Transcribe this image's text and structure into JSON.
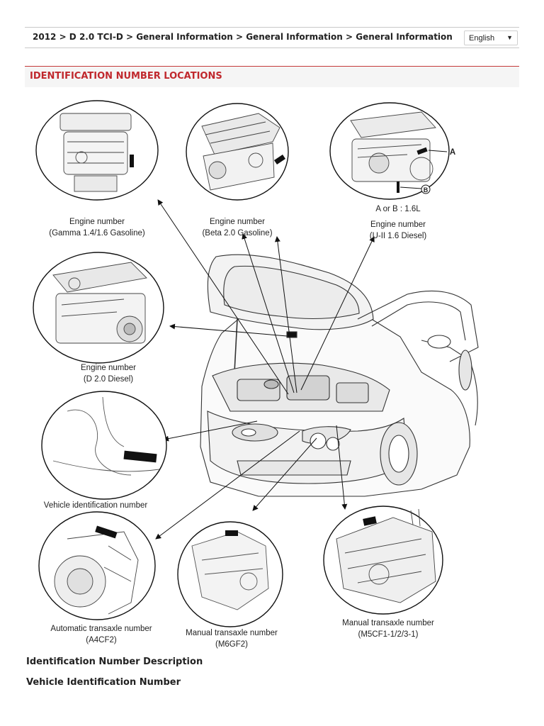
{
  "breadcrumb": "2012 > D 2.0 TCI-D > General Information > General Information > General Information",
  "language": {
    "selected": "English"
  },
  "section_title": "IDENTIFICATION NUMBER LOCATIONS",
  "figure": {
    "labels": {
      "gamma_1": "Engine number",
      "gamma_2": "(Gamma 1.4/1.6 Gasoline)",
      "beta_1": "Engine number",
      "beta_2": "(Beta 2.0 Gasoline)",
      "uii_note": "A or B : 1.6L",
      "uii_1": "Engine number",
      "uii_2": "(U-II 1.6 Diesel)",
      "d20_1": "Engine number",
      "d20_2": "(D 2.0 Diesel)",
      "vin": "Vehicle identification number",
      "a4cf2_1": "Automatic transaxle number",
      "a4cf2_2": "(A4CF2)",
      "m6gf2_1": "Manual transaxle number",
      "m6gf2_2": "(M6GF2)",
      "m5cf1_1": "Manual transaxle number",
      "m5cf1_2": "(M5CF1-1/2/3-1)",
      "callout_a": "A",
      "callout_b": "B"
    }
  },
  "headings": {
    "description": "Identification Number Description",
    "vin": "Vehicle Identification Number"
  },
  "colors": {
    "accent": "#c0282d",
    "rule": "#c8c8c8"
  }
}
